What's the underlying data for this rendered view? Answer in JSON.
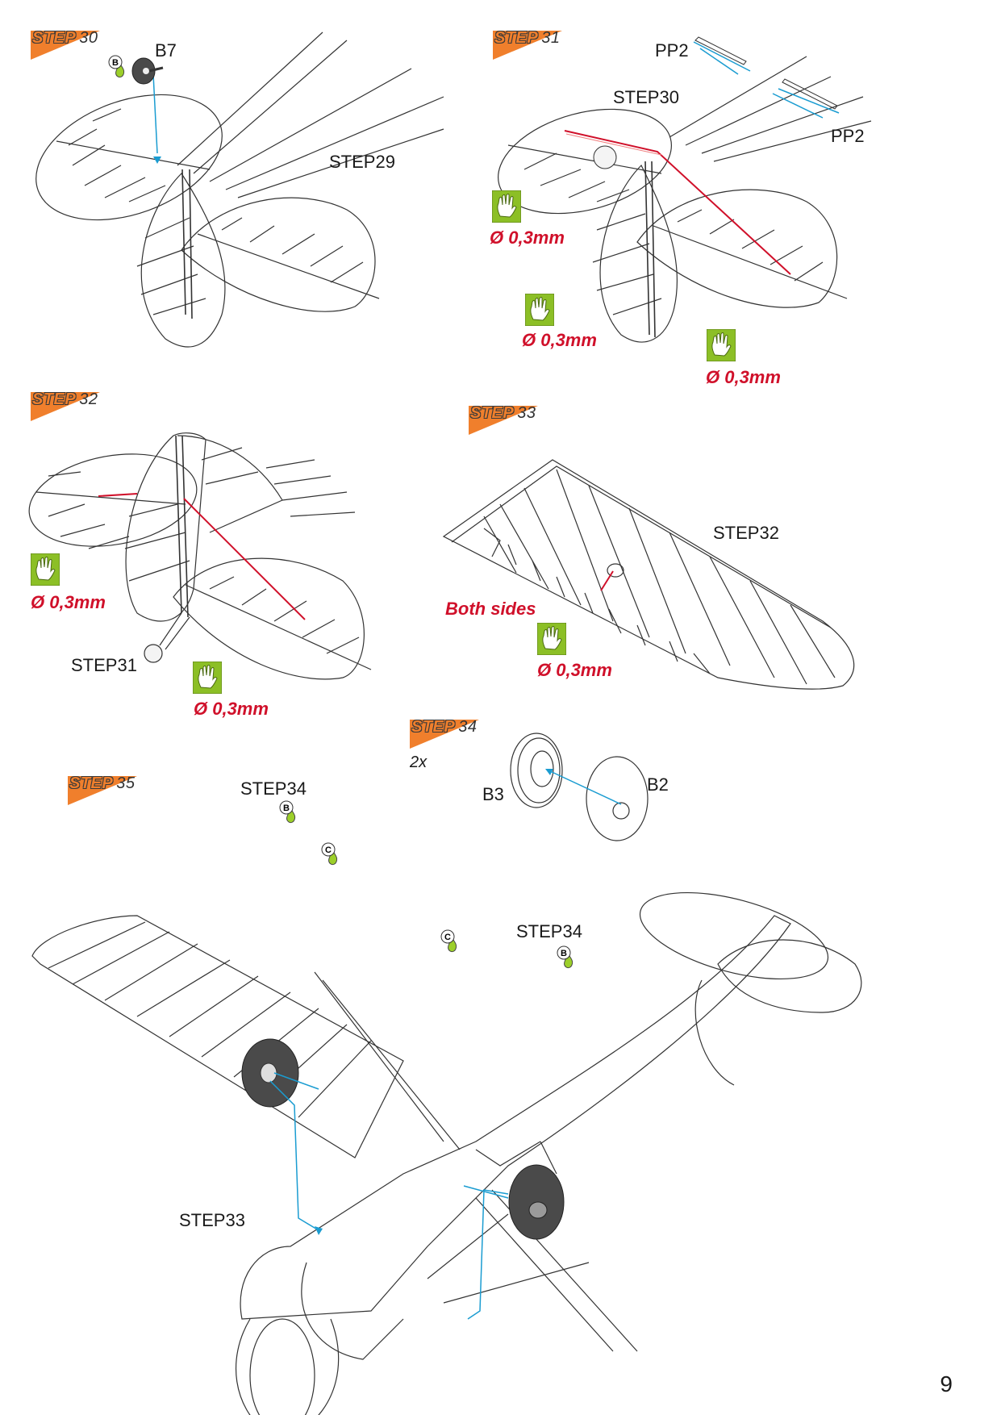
{
  "page": {
    "number": "9"
  },
  "colors": {
    "accent": "#f07f2c",
    "warning": "#d0102a",
    "arrow": "#1a9cd1",
    "hand_bg": "#8cbf26",
    "glue_drop": "#9ccf2a"
  },
  "icons": {
    "hand": "hand-icon",
    "glue": "glue-drop-icon",
    "step_flag": "step-flag-icon"
  },
  "steps": [
    {
      "id": "s30",
      "title": "STEP",
      "number": "30",
      "labels": {
        "part": "B7",
        "ref": "STEP29",
        "glue": "B"
      }
    },
    {
      "id": "s31",
      "title": "STEP",
      "number": "31",
      "labels": {
        "pp_top": "PP2",
        "pp_right": "PP2",
        "ref": "STEP30",
        "wire1": "Ø 0,3mm",
        "wire2": "Ø 0,3mm",
        "wire3": "Ø 0,3mm"
      }
    },
    {
      "id": "s32",
      "title": "STEP",
      "number": "32",
      "labels": {
        "ref": "STEP31",
        "wire1": "Ø 0,3mm",
        "wire2": "Ø 0,3mm"
      }
    },
    {
      "id": "s33",
      "title": "STEP",
      "number": "33",
      "labels": {
        "ref": "STEP32",
        "note": "Both sides",
        "wire": "Ø 0,3mm"
      }
    },
    {
      "id": "s34",
      "title": "STEP",
      "number": "34",
      "labels": {
        "qty": "2x",
        "part_a": "B3",
        "part_b": "B2"
      }
    },
    {
      "id": "s35",
      "title": "STEP",
      "number": "35",
      "labels": {
        "ref_left_wheel": "STEP34",
        "ref_right_wheel": "STEP34",
        "ref_fuselage": "STEP33",
        "glue_b1": "B",
        "glue_c1": "C",
        "glue_c2": "C",
        "glue_b2": "B"
      }
    }
  ]
}
